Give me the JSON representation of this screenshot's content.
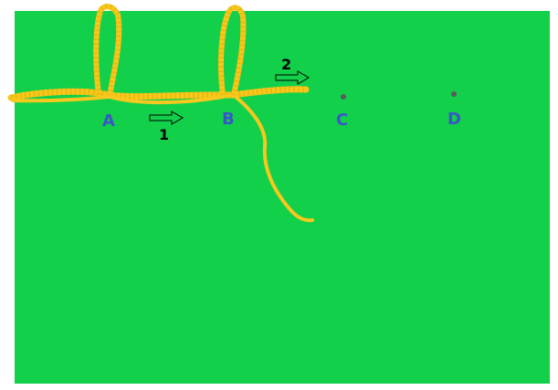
{
  "colors": {
    "board": "#12d04a",
    "rope": "#f7c81e",
    "rope_edge": "#efb800",
    "label": "#3a56c9",
    "step_text": "#000000",
    "arrow_fill": "#12d04a",
    "arrow_stroke": "#000000",
    "dot": "#5a5a5a"
  },
  "points": [
    {
      "id": "A",
      "label": "A"
    },
    {
      "id": "B",
      "label": "B"
    },
    {
      "id": "C",
      "label": "C"
    },
    {
      "id": "D",
      "label": "D"
    }
  ],
  "steps": [
    {
      "id": "1",
      "label": "1"
    },
    {
      "id": "2",
      "label": "2"
    }
  ]
}
